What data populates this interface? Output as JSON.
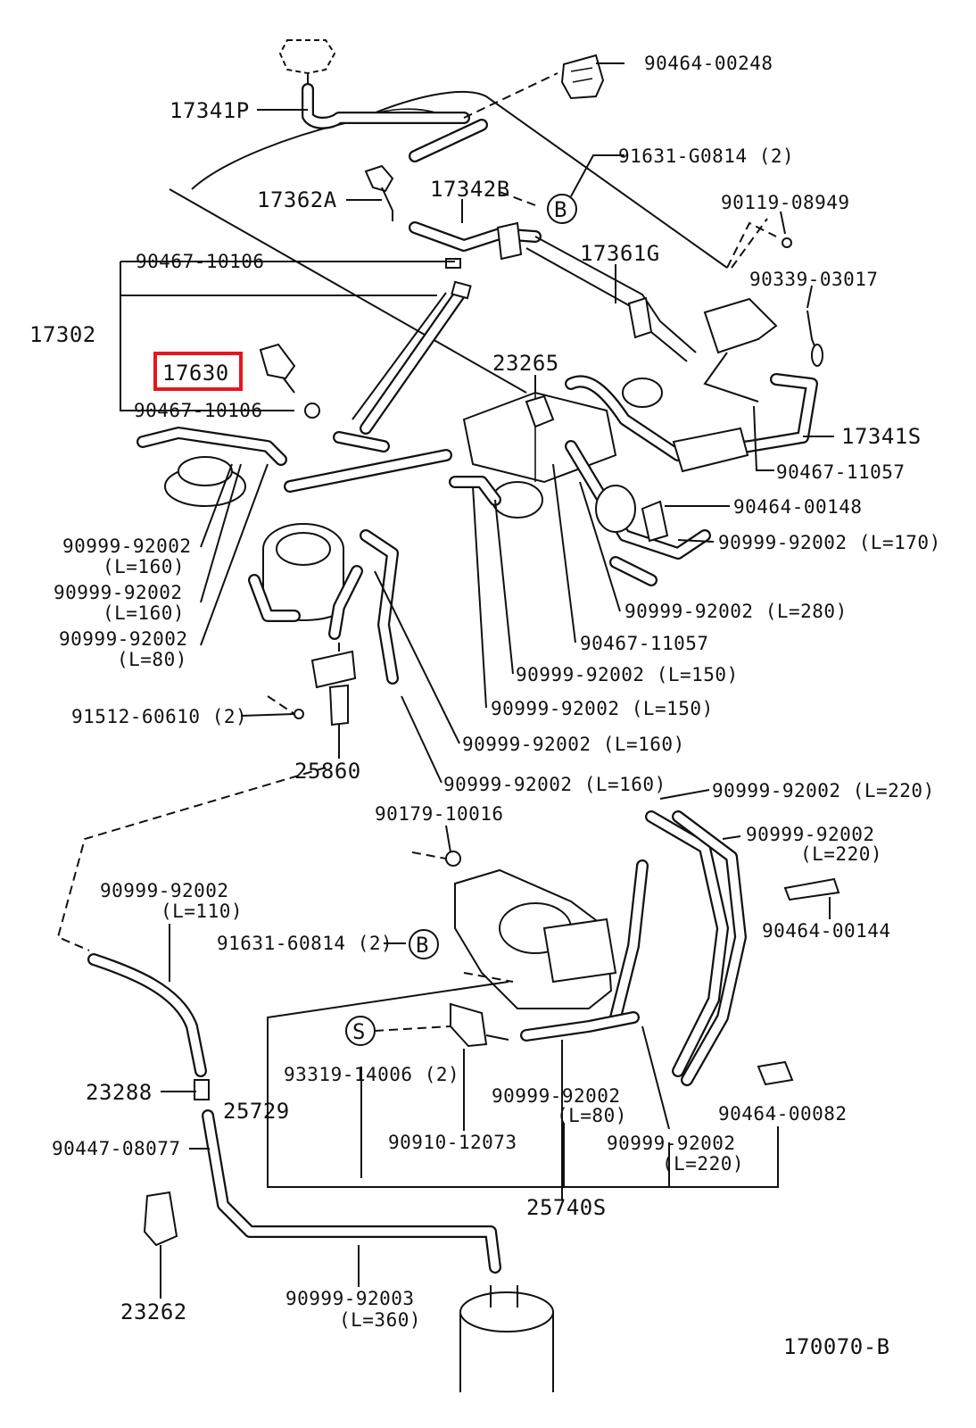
{
  "diagram_id": "170070-B",
  "highlight_color": "#e8141e",
  "labels": {
    "p90464_00248": "90464-00248",
    "p17341P": "17341P",
    "p91631_G0814": "91631-G0814 (2)",
    "p17362A": "17362A",
    "p17342B": "17342B",
    "p90119_08949": "90119-08949",
    "p90467_10106_a": "90467-10106",
    "p17361G": "17361G",
    "p90339_03017": "90339-03017",
    "p17302": "17302",
    "p17630": "17630",
    "p23265": "23265",
    "p90467_10106_b": "90467-10106",
    "p17341S": "17341S",
    "p90467_11057_a": "90467-11057",
    "p90464_00148": "90464-00148",
    "p90999_92002_l170": "90999-92002 (L=170)",
    "p90999_92002_a": "90999-92002",
    "p_l160_a": "(L=160)",
    "p90999_92002_b": "90999-92002",
    "p_l160_b": "(L=160)",
    "p90999_92002_l280": "90999-92002 (L=280)",
    "p90999_92002_c": "90999-92002",
    "p_l80_a": "(L=80)",
    "p90467_11057_b": "90467-11057",
    "p90999_92002_l150_a": "90999-92002 (L=150)",
    "p91512_60610": "91512-60610 (2)",
    "p90999_92002_l150_b": "90999-92002 (L=150)",
    "p90999_92002_l160_c": "90999-92002 (L=160)",
    "p25860": "25860",
    "p90999_92002_l160_d": "90999-92002 (L=160)",
    "p90999_92002_l220_a": "90999-92002 (L=220)",
    "p90179_10016": "90179-10016",
    "p90999_92002_d": "90999-92002",
    "p_l220_b": "(L=220)",
    "p90999_92002_e": "90999-92002",
    "p_l110": "(L=110)",
    "p90464_00144": "90464-00144",
    "p91631_60814": "91631-60814 (2)",
    "p23288": "23288",
    "p25729": "25729",
    "p93319_14006": "93319-14006 (2)",
    "p90999_92002_f": "90999-92002",
    "p_l80_b": "(L=80)",
    "p90464_00082": "90464-00082",
    "p90447_08077": "90447-08077",
    "p90910_12073": "90910-12073",
    "p90999_92002_g": "90999-92002",
    "p_l220_c": "(L=220)",
    "p25740S": "25740S",
    "p23262": "23262",
    "p90999_92003": "90999-92003",
    "p_l360": "(L=360)",
    "circle_b1": "B",
    "circle_b2": "B",
    "circle_s": "S"
  }
}
